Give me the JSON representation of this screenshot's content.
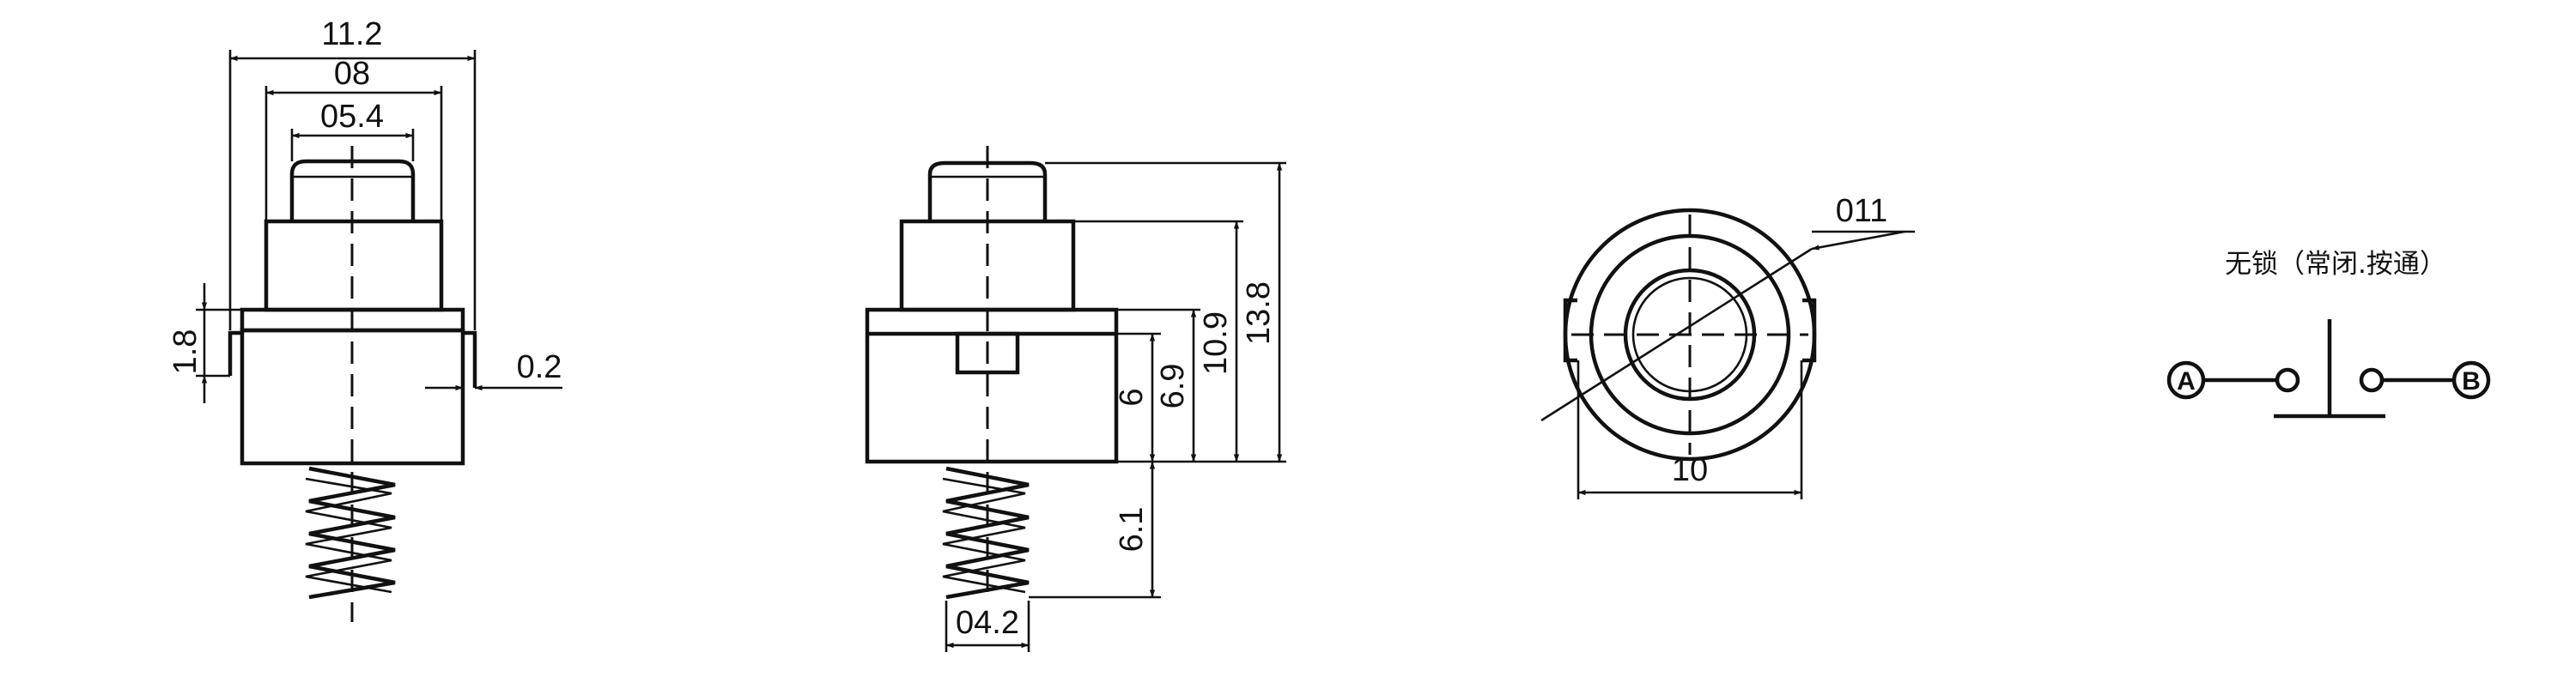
{
  "views": {
    "front": {
      "dims": {
        "total_width": "11.2",
        "body_width": "08",
        "cap_width": "05.4",
        "flange_height": "1.8",
        "offset": "0.2"
      }
    },
    "side": {
      "dims": {
        "h_6": "6",
        "h_6_9": "6.9",
        "h_10_9": "10.9",
        "h_13_8": "13.8",
        "spring_len": "6.1",
        "spring_dia": "04.2"
      }
    },
    "top": {
      "dims": {
        "outer_dia": "011",
        "width": "10"
      }
    }
  },
  "schematic": {
    "caption": "无锁（常闭.按通）",
    "node_a": "A",
    "node_b": "B"
  }
}
